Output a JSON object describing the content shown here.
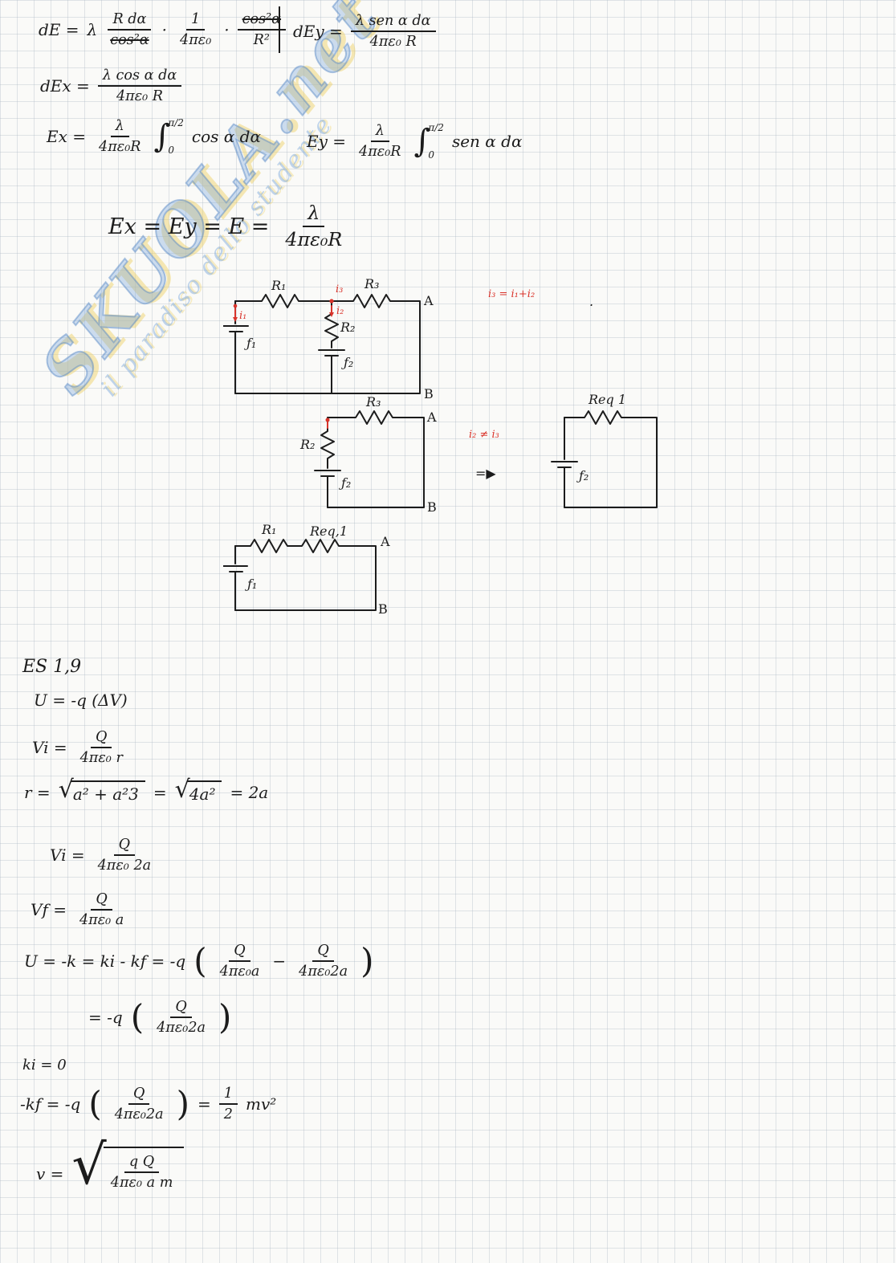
{
  "colors": {
    "ink": "#1c1c1c",
    "accent_red": "#d9342b",
    "watermark_blue": "#7fa8d9",
    "watermark_yellow": "#eece5e"
  },
  "watermark": {
    "brand": "SKUOLA.net",
    "tagline": "il paradiso dello studente"
  },
  "sym": {
    "integral": "∫",
    "lparen": "(",
    "rparen": ")",
    "minus": "−",
    "dot": "·"
  },
  "equations": {
    "line1": {
      "lhs": "dE =",
      "lambda": "λ",
      "f1_num": "R dα",
      "f1_den": "cos²α",
      "f2_num": "1",
      "f2_den": "4πε₀",
      "f3_num": "cos²α",
      "f3_den": "R²",
      "rhs": "dEy =",
      "f4_num": "λ sen α dα",
      "f4_den": "4πε₀ R"
    },
    "line2": {
      "lhs": "dEx =",
      "num": "λ cos α dα",
      "den": "4πε₀ R"
    },
    "line3a": {
      "lhs": "Ex =",
      "num": "λ",
      "den": "4πε₀R",
      "upper": "π/2",
      "lower": "0",
      "integrand": "cos α dα"
    },
    "line3b": {
      "lhs": "Ey =",
      "num": "λ",
      "den": "4πε₀R",
      "upper": "π/2",
      "lower": "0",
      "integrand": "sen α dα"
    },
    "line4": {
      "lhs": "Ex = Ey = E =",
      "num": "λ",
      "den": "4πε₀R"
    }
  },
  "circuit1": {
    "r1": "R₁",
    "i3": "i₃",
    "r3": "R₃",
    "a": "A",
    "i1": "i₁",
    "f1": "ƒ₁",
    "i2": "i₂",
    "r2": "R₂",
    "f2": "ƒ₂",
    "b": "B",
    "note": "i₃ = i₁+i₂",
    "dot": "."
  },
  "circuit2": {
    "r3": "R₃",
    "a": "A",
    "r2": "R₂",
    "f2": "ƒ₂",
    "b": "B",
    "note": "i₂ ≠ i₃",
    "arrow": "=▶",
    "req": "Req 1",
    "f2eq": "ƒ₂"
  },
  "circuit3": {
    "r1": "R₁",
    "req": "Req,1",
    "a": "A",
    "f1": "ƒ₁",
    "b": "B"
  },
  "exercise": {
    "title": "ES 1,9",
    "u1": "U = -q (ΔV)",
    "vi_lhs": "Vi =",
    "vi_num": "Q",
    "vi_den": "4πε₀ r",
    "r_lhs": "r =",
    "r_rad1": "a² + a²3",
    "r_eq": "=",
    "r_rad2": "4a²",
    "r_end": "= 2a",
    "vi2_lhs": "Vi =",
    "vi2_num": "Q",
    "vi2_den": "4πε₀ 2a",
    "vf_lhs": "Vf =",
    "vf_num": "Q",
    "vf_den": "4πε₀ a",
    "u2_lhs": "U = -k = ki - kf = -q",
    "u2_f1num": "Q",
    "u2_f1den": "4πε₀a",
    "u2_f2num": "Q",
    "u2_f2den": "4πε₀2a",
    "u3_lhs": "= -q",
    "u3_num": "Q",
    "u3_den": "4πε₀2a",
    "ki": "ki = 0",
    "kf_lhs": "-kf = -q",
    "kf_num": "Q",
    "kf_den": "4πε₀2a",
    "kf_eq": "=",
    "half_num": "1",
    "half_den": "2",
    "kf_end": "mv²",
    "v_lhs": "v =",
    "v_num": "q Q",
    "v_den": "4πε₀ a m"
  }
}
